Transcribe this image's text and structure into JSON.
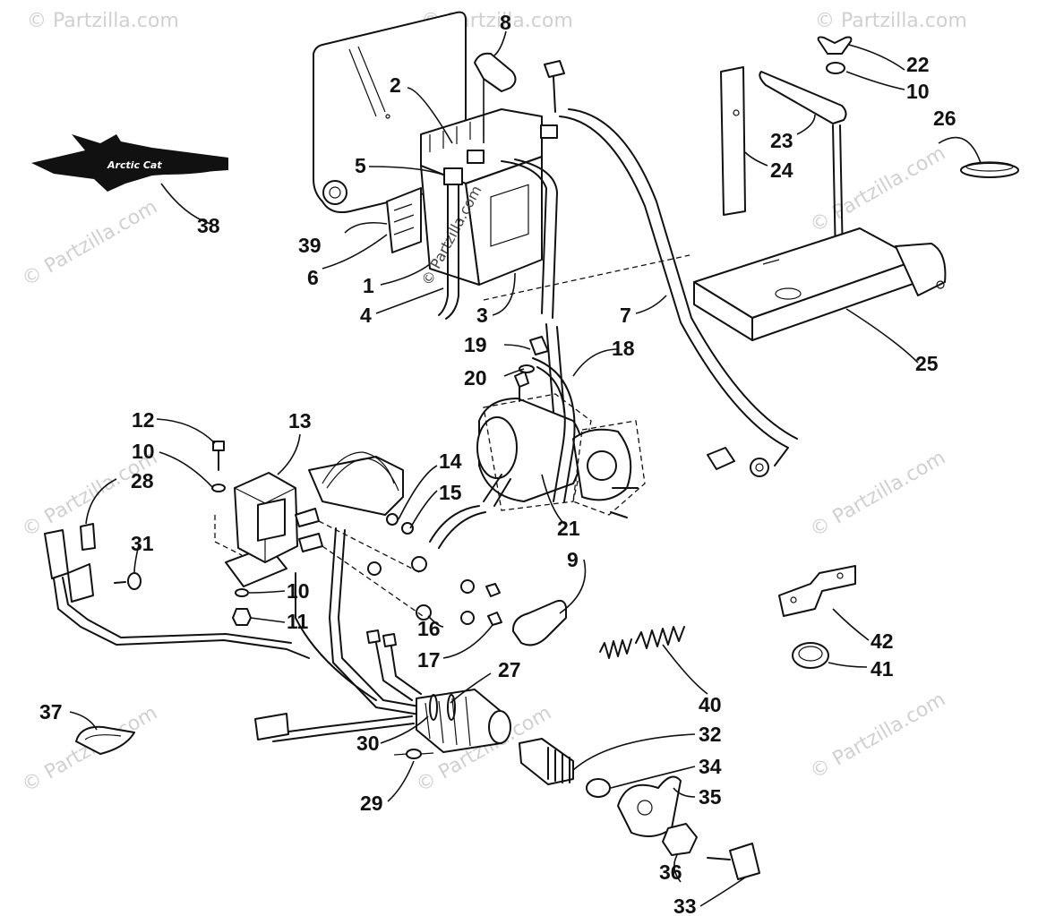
{
  "watermark": {
    "text": "© Partzilla.com",
    "battery_label": "© Partzilla.com"
  },
  "logo": {
    "text": "Arctic Cat"
  },
  "callouts": {
    "c1": "1",
    "c2": "2",
    "c3": "3",
    "c4": "4",
    "c5": "5",
    "c6": "6",
    "c7": "7",
    "c8": "8",
    "c9": "9",
    "c10a": "10",
    "c10b": "10",
    "c10c": "10",
    "c11": "11",
    "c12": "12",
    "c13": "13",
    "c14": "14",
    "c15": "15",
    "c16": "16",
    "c17": "17",
    "c18": "18",
    "c19": "19",
    "c20": "20",
    "c21": "21",
    "c22": "22",
    "c23": "23",
    "c24": "24",
    "c25": "25",
    "c26": "26",
    "c27": "27",
    "c28": "28",
    "c29": "29",
    "c30": "30",
    "c31": "31",
    "c32": "32",
    "c33": "33",
    "c34": "34",
    "c35": "35",
    "c36": "36",
    "c37": "37",
    "c38": "38",
    "c39": "39",
    "c40": "40",
    "c41": "41",
    "c42": "42"
  }
}
